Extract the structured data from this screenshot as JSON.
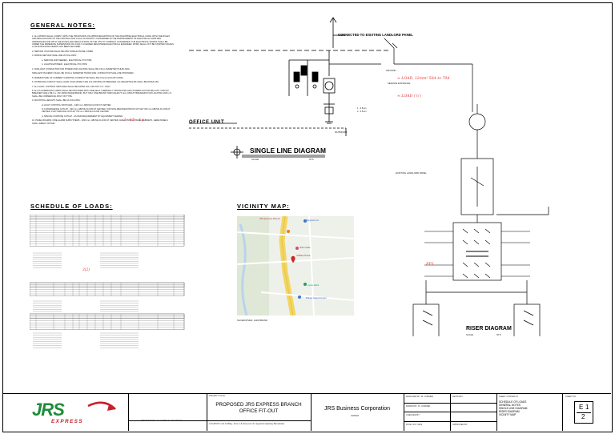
{
  "headings": {
    "general_notes": "GENERAL NOTES:",
    "schedule_of_loads": "SCHEDULE OF LOADS:",
    "vicinity_map": "VICINITY MAP:",
    "single_line_diagram": "SINGLE LINE DIAGRAM",
    "riser_diagram": "RISER DIAGRAM",
    "office_unit": "OFFICE UNIT"
  },
  "notes": [
    "1. ALL WORKS SHALL COMPLY WITH THE PROVISIONS OF APPROVED EDITION OF THE PHILIPPINE ELECTRICAL CODE, WITH THE RULES AND REGULATIONS OF THE NATIONAL AND LOCAL AUTHORITY CONCERNED IN THE ENFORCEMENT OF ELECTRICAL LAWS AND ORDINANCES AND WITH THE RULES AND REGULATIONS OF THE UTILITY COMPANY CONCERNED. THE ELECTRICAL WORKS SHALL BE UNDER THE IMMEDIATE SUPERVISION OF A DULY LICENSED REGISTERED ELECTRICAL ENGINEER. WORK SHALL NOT BE STARTED UNLESS A VALID BUILDING PERMIT HAS BEEN SECURED.",
    "2. SERVICE VOLTAGE SHALL BE 230V SINGLE PHASE 2 WIRE.",
    "3. WIRING METHOD SHALL BE AS FOLLOWS:",
    "a. SERVICE AND FEEDER - ELECTRICAL PVC PIPE",
    "b. LIGHTING/POWER - ELECTRICAL PVC PIPE",
    "4. SMALLEST CONDUCTOR FOR POWER AND LIGHTING SHALL BE 3.5mm DIAMETER (THHN) AWG.",
    "SMALLEST RACEWAY SHALL BE 15.0mm DIAMETER TRADE SIZE. CONDUCTOR SHALL BE STRANDED.",
    "5. MINIMUM SIZE OF CURRENT CARRYING CONDUCTOR SHALL BE 3.5mm2 (COLOR CODE).",
    "6. NO BRANCH CIRCUIT SHALL HAVE LOAD MORE THAN 12A (OR 80%) OF BREAKER. ALL RECEPTACLES SHALL BE RATED 15A.",
    "7. ALL LIGHT, CONTROL SWITCHES SHALL BE RATED 15A, 230 VOLT A.C. ONLY.",
    "8. ALL FLUORESCENT LAMPS SHALL BE PROVIDED WITH PRE-HEAT, THERMALLY PROTECTED HIGH POWER FACTOR BALLAST. CIRCUIT BREAKER SHALL BE U.L. OR JAPAN MADE BRAND, BUT ONLY ONE BRAND THROUGHOUT. ALL CIRCUIT BREAKERS FOR LIGHTING AND U.S. SHALL BE COMMERCIAL BOLT ON TYPE.",
    "9. MOUNTING HEIGHTS SHALL BE AS FOLLOWS:",
    "a) LIGHT CONTROL SWITCHES - 1400 mm. ABOVE FLOOR AT CENTER.",
    "b) CONVENIENCE OUTLET - 300 mm. ABOVE FLOOR AT CENTER. FOR NON-WEATHER PROOF OUTLET 300 mm ABOVE FLOOR AT CENTER. FOR THROUGH OUTLET 750 mm. ABOVE FLOOR CENTER.",
    "c) SPECIAL PURPOSE OUTLET - AS PER REQUIREMENT BY EQUIPMENT SERVED.",
    "10. PANEL BOARDS, FIRE ALARM SUBSYSTEMS - 1800 mm. ABOVE FLOOR AT CENTER, AND CONTROL PANEL CABINETS, HERE PANELS SHALL DIRECT WITHIN."
  ],
  "sld": {
    "connect_label": "CONNECTED TO EXISTING LANDLORD PANEL",
    "outdoor": "OUTDOOR",
    "handwritten_1": "≈ LOAD, 12mm² 50A to 70A",
    "handwritten_2": "≈ LOAD (‘n’)",
    "handwritten_3": "2 - 15 - 1φ",
    "handwritten_4": "3(2)",
    "scale_1": "SCALE",
    "scale_2": "NTS",
    "existing_panel": "EXISTING LANDLORD PANEL"
  },
  "riser": {
    "scale_1": "SCALE",
    "scale_2": "NTS",
    "handwritten_pp": "PP1"
  },
  "map": {
    "caption": "SILVER RIVER, JAZZ BRAND",
    "pin_label": "Jollibee Pavia",
    "place_1": "JRS Express Branch",
    "place_2": "Philippines Inc.",
    "place_3": "Iloilo Cadiz",
    "place_4": "Ayala Malls",
    "place_5": "Panay Grand Center"
  },
  "title_block": {
    "logo": "JRS",
    "logo_sub": "EXPRESS",
    "project_title_label": "PROJECT TITLE:",
    "project_title_1": "PROPOSED JRS EXPRESS BRANCH",
    "project_title_2": "OFFICE FIT-OUT",
    "owner_label": "OWNER",
    "owner": "JRS Business Corporation",
    "prof_label": "PROFESSIONAL ELECTRICAL ENGINEER",
    "location": "LOCATION: Unit 14 Bldg., Zone 1 & Zone prov St. Syjuanico Highway Barnaholee",
    "designed_by": "DESIGNED BY: M. CORMEN",
    "drawn_by": "DRAWN BY: M. CORMEN",
    "checked_by": "CHECKED BY:",
    "date": "DATE: OCT 2023",
    "approved_by": "APPROVED BY:",
    "revision": "REVISION:",
    "sheet_contents_label": "SHEET CONTENTS:",
    "sheet_contents_1": "SCHEDULE OF LOADS",
    "sheet_contents_2": "GENERAL NOTES",
    "sheet_contents_3": "SINGLE LINE DIAGRAM",
    "sheet_contents_4": "RISER DIAGRAM",
    "sheet_contents_5": "VICINITY MAP",
    "sheet_no_label": "SHEET NO.",
    "sheet_e": "E",
    "sheet_1": "1",
    "sheet_2": "2"
  },
  "colors": {
    "logo_green": "#1f8c3a",
    "logo_red": "#c8202a",
    "pen_red": "#d33333",
    "map_road": "#f2d660"
  }
}
